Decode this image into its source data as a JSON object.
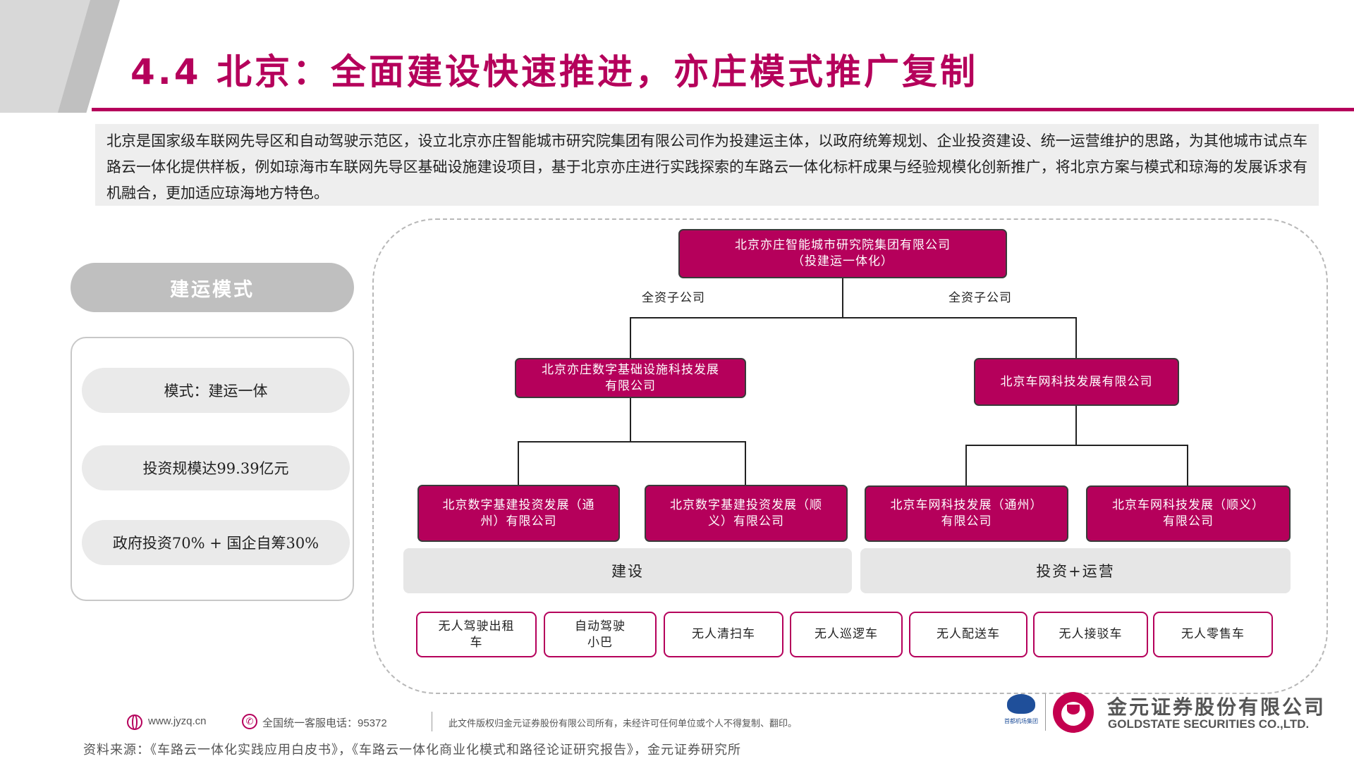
{
  "header": {
    "title": "4.4 北京：全面建设快速推进，亦庄模式推广复制"
  },
  "intro": {
    "text": "北京是国家级车联网先导区和自动驾驶示范区，设立北京亦庄智能城市研究院集团有限公司作为投建运主体，以政府统筹规划、企业投资建设、统一运营维护的思路，为其他城市试点车路云一体化提供样板，例如琼海市车联网先导区基础设施建设项目，基于北京亦庄进行实践探索的车路云一体化标杆成果与经验规模化创新推广，将北京方案与模式和琼海的发展诉求有机融合，更加适应琼海地方特色。"
  },
  "mode_panel": {
    "title": "建运模式",
    "items": [
      "模式：建运一体",
      "投资规模达99.39亿元",
      "政府投资70% + 国企自筹30%"
    ]
  },
  "org_chart": {
    "root": {
      "line1": "北京亦庄智能城市研究院集团有限公司",
      "line2": "（投建运一体化）"
    },
    "sub_label_left": "全资子公司",
    "sub_label_right": "全资子公司",
    "level2": [
      {
        "line1": "北京亦庄数字基础设施科技发展",
        "line2": "有限公司"
      },
      {
        "line1": "北京车网科技发展有限公司",
        "line2": ""
      }
    ],
    "level3": [
      {
        "line1": "北京数字基建投资发展（通",
        "line2": "州）有限公司"
      },
      {
        "line1": "北京数字基建投资发展（顺",
        "line2": "义）有限公司"
      },
      {
        "line1": "北京车网科技发展（通州）",
        "line2": "有限公司"
      },
      {
        "line1": "北京车网科技发展（顺义）",
        "line2": "有限公司"
      }
    ],
    "bands": {
      "left": "建设",
      "right": "投资+运营"
    },
    "vehicles": [
      {
        "line1": "无人驾驶出租",
        "line2": "车"
      },
      {
        "line1": "自动驾驶",
        "line2": "小巴"
      },
      {
        "line1": "无人清扫车",
        "line2": ""
      },
      {
        "line1": "无人巡逻车",
        "line2": ""
      },
      {
        "line1": "无人配送车",
        "line2": ""
      },
      {
        "line1": "无人接驳车",
        "line2": ""
      },
      {
        "line1": "无人零售车",
        "line2": ""
      }
    ]
  },
  "footer": {
    "website": "www.jyzq.cn",
    "hotline": "全国统一客服电话：95372",
    "copyright": "此文件版权归金元证券股份有限公司所有，未经许可任何单位或个人不得复制、翻印。",
    "airport_logo_text": "首都机场集团",
    "company_cn": "金元证券股份有限公司",
    "company_en": "GOLDSTATE SECURITIES  CO.,LTD.",
    "source": "资料来源：《车路云一体化实践应用白皮书》，《车路云一体化商业化模式和路径论证研究报告》，金元证券研究所"
  },
  "colors": {
    "accent": "#b5005b",
    "panel_gray": "#bfbfbf",
    "band_gray": "#e6e6e6"
  }
}
